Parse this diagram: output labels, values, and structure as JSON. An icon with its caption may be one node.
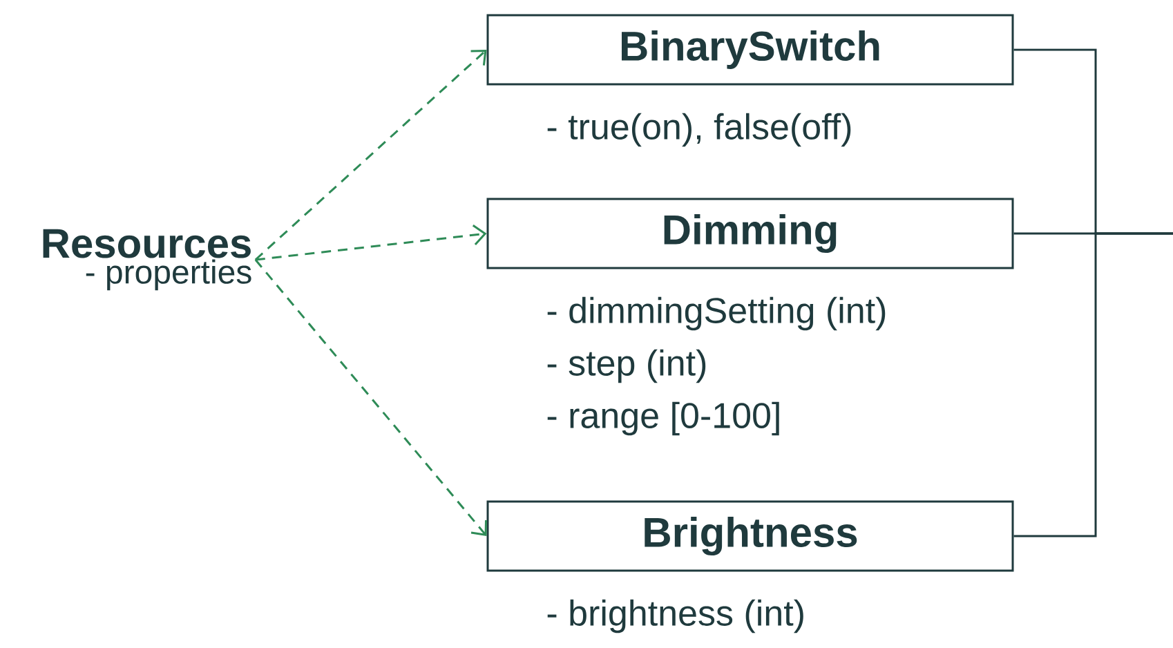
{
  "diagram": {
    "nodes": [
      {
        "text": [
          "Resources",
          "- properties"
        ]
      },
      {
        "text": [
          "BinarySwitch"
        ],
        "beside": [
          "- true(on), false(off)"
        ]
      },
      {
        "text": [
          "Dimming"
        ],
        "beside": [
          "- dimmingSetting (int)",
          "- step (int)",
          "- range [0-100]"
        ]
      },
      {
        "text": [
          "Brightness"
        ],
        "beside": [
          "- brightness (int)"
        ]
      }
    ],
    "edges": [
      {
        "from": 0,
        "to": 1,
        "arrow": "to",
        "style": "dashed",
        "color": "#2e8b57"
      },
      {
        "from": 0,
        "to": 2,
        "arrow": "to",
        "style": "dashed",
        "color": "#2e8b57"
      },
      {
        "from": 0,
        "to": 3,
        "arrow": "to",
        "style": "dashed",
        "color": "#2e8b57"
      },
      {
        "from": 1,
        "to": null,
        "arrow": "none",
        "color": "#1f3a3d"
      },
      {
        "from": 2,
        "to": null,
        "arrow": "none",
        "color": "#1f3a3d"
      },
      {
        "from": 3,
        "to": null,
        "arrow": "none",
        "color": "#1f3a3d"
      }
    ]
  }
}
